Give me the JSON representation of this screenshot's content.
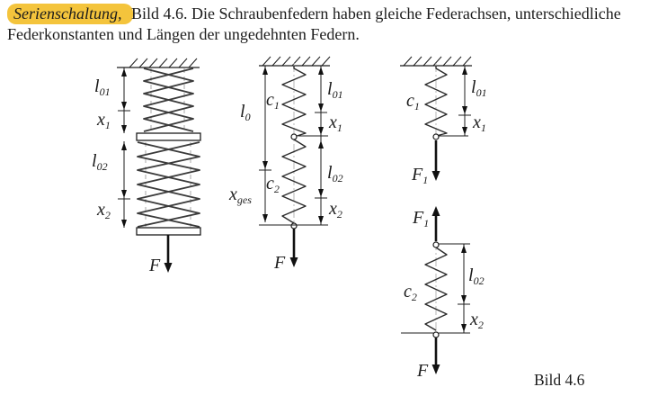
{
  "intro": {
    "highlighted_term": "Serienschaltung,",
    "line1_rest": " Bild 4.6. Die Schraubenfedern haben gleiche Federachsen, unterschiedliche",
    "line2": "Federkonstanten und Längen der ungedehnten Federn."
  },
  "figure": {
    "caption": "Bild 4.6"
  },
  "colors": {
    "highlight": "#F4C43C",
    "ink": "#1c1c1c",
    "guide_lines": "#aaaaaa"
  },
  "labels": {
    "l0": {
      "base": "l",
      "sub": "0"
    },
    "l01": {
      "base": "l",
      "sub": "01"
    },
    "l02": {
      "base": "l",
      "sub": "02"
    },
    "x1": {
      "base": "x",
      "sub": "1"
    },
    "x2": {
      "base": "x",
      "sub": "2"
    },
    "xges": {
      "base": "x",
      "sub": "ges"
    },
    "c1": {
      "base": "c",
      "sub": "1"
    },
    "c2": {
      "base": "c",
      "sub": "2"
    },
    "F": {
      "base": "F",
      "sub": ""
    },
    "F1": {
      "base": "F",
      "sub": "1"
    }
  }
}
